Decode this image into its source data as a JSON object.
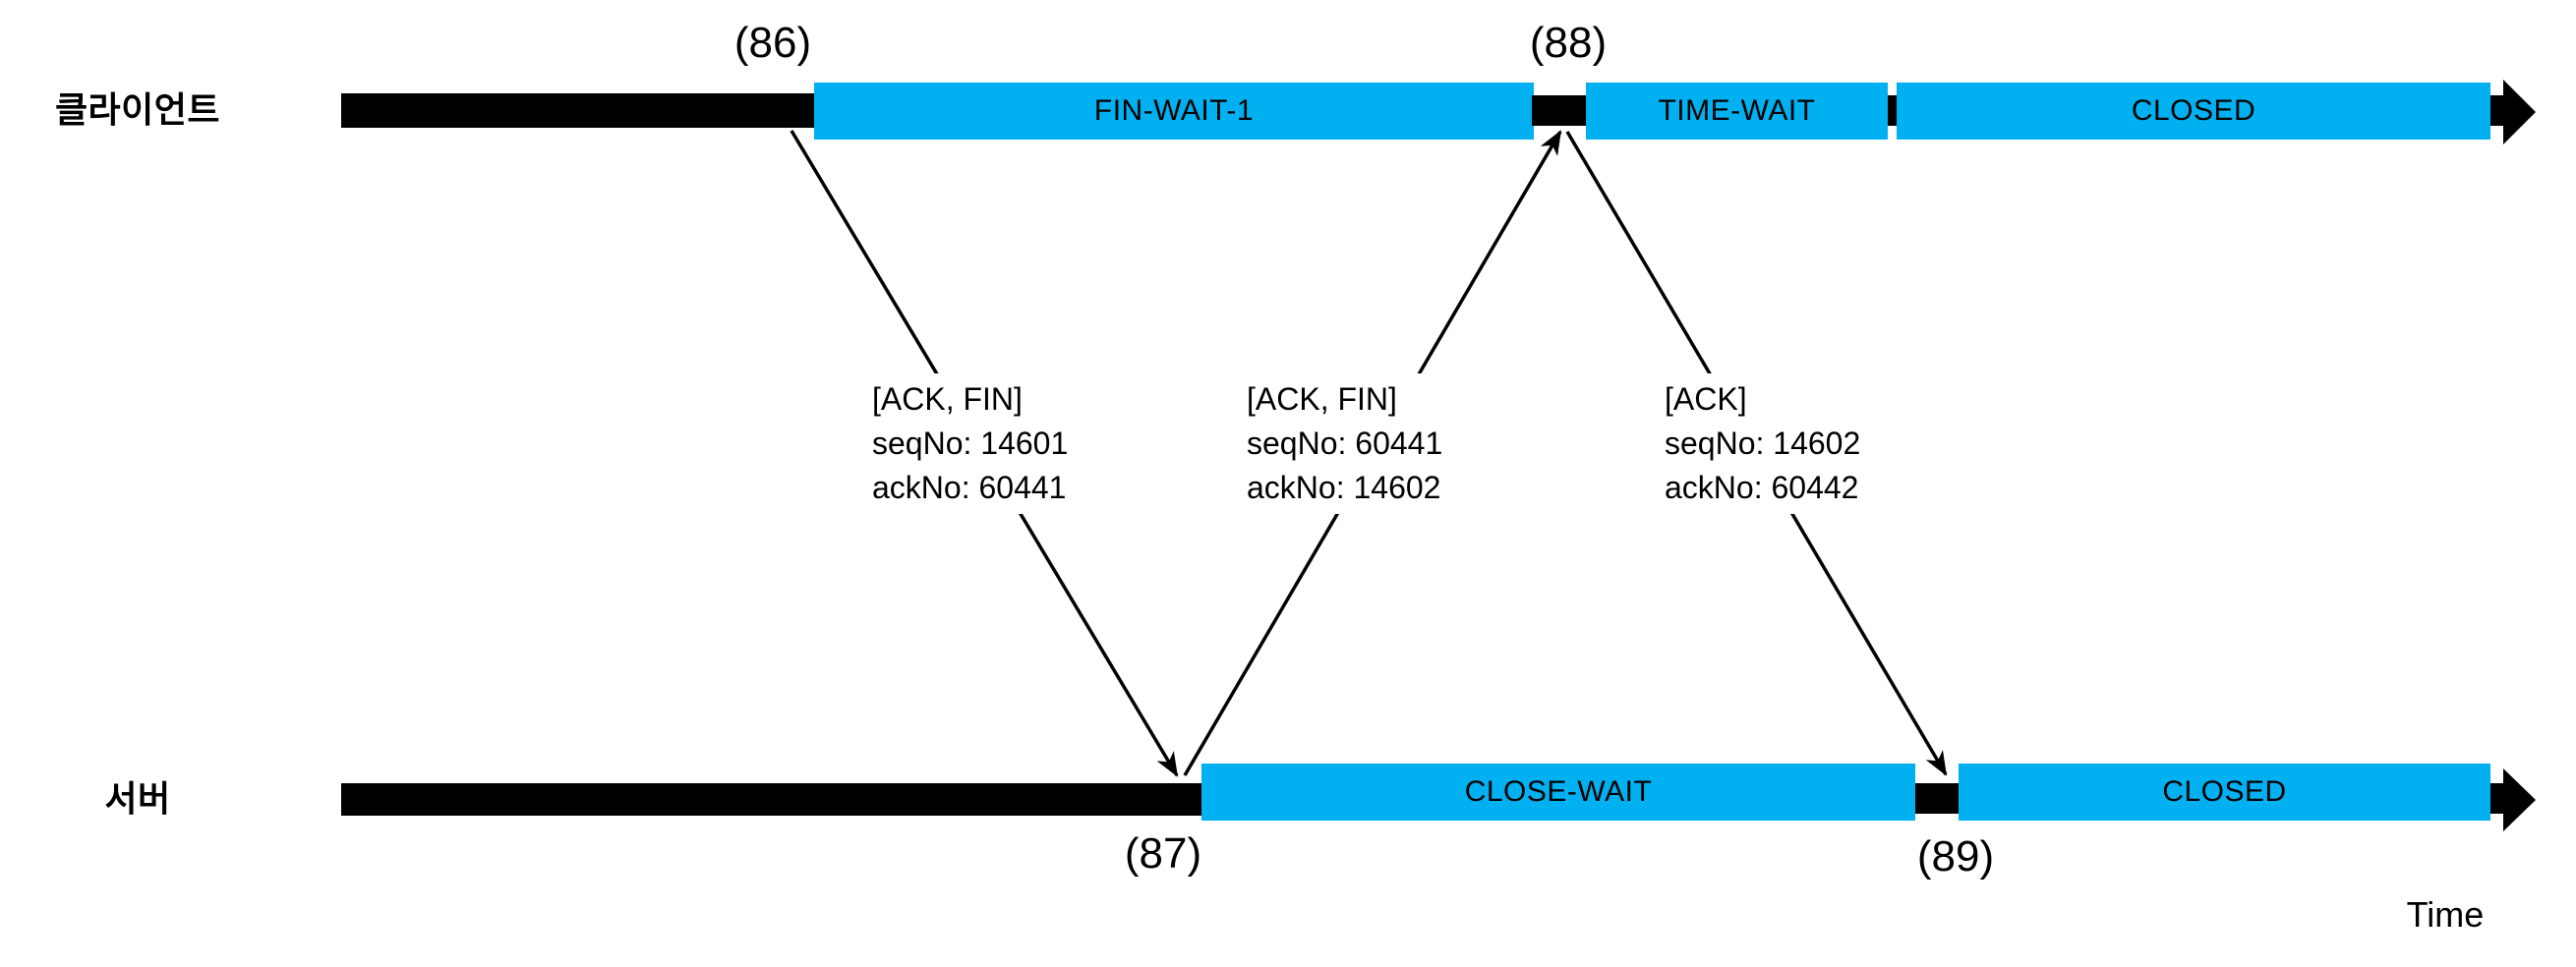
{
  "colors": {
    "state_bar": "#00b0f0",
    "timeline": "#000000",
    "text": "#000000",
    "background": "#ffffff"
  },
  "actors": {
    "client": "클라이언트",
    "server": "서버"
  },
  "events": {
    "e86": "(86)",
    "e87": "(87)",
    "e88": "(88)",
    "e89": "(89)"
  },
  "client_states": [
    "FIN-WAIT-1",
    "TIME-WAIT",
    "CLOSED"
  ],
  "server_states": [
    "CLOSE-WAIT",
    "CLOSED"
  ],
  "packets": [
    {
      "flags": "[ACK, FIN]",
      "seq": "seqNo: 14601",
      "ack": "ackNo: 60441"
    },
    {
      "flags": "[ACK, FIN]",
      "seq": "seqNo: 60441",
      "ack": "ackNo: 14602"
    },
    {
      "flags": "[ACK]",
      "seq": "seqNo: 14602",
      "ack": "ackNo: 60442"
    }
  ],
  "axis": {
    "time_label": "Time"
  }
}
